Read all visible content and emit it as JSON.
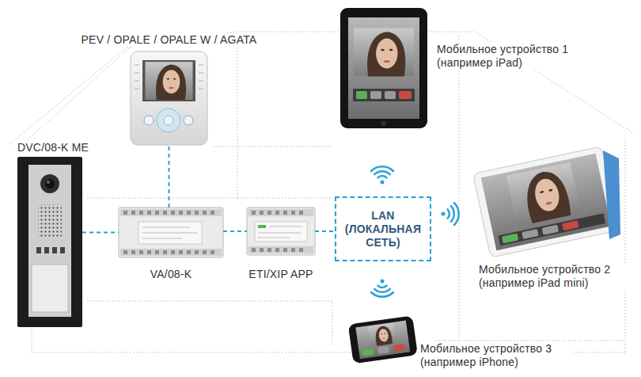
{
  "diagram": {
    "nodes": [
      {
        "text": [
          "PEV / OPALE / OPALE W / AGATA"
        ]
      },
      {
        "text": [
          "Мобильное устройство 1 (например iPad)"
        ]
      },
      {
        "text": [
          "DVC/08-K ME"
        ]
      },
      {
        "text": [
          "VA/08-K"
        ]
      },
      {
        "text": [
          "ETI/XIP APP"
        ]
      },
      {
        "text": [
          "LAN (ЛОКАЛЬНАЯ СЕТЬ)"
        ]
      },
      {
        "text": [
          "Мобильное устройство 2 (например iPad mini)"
        ]
      },
      {
        "text": [
          "Мобильное устройство 3 (например iPhone)"
        ]
      }
    ],
    "edges": [
      {
        "from": 2,
        "to": 3,
        "arrow": "none"
      },
      {
        "from": 3,
        "to": 0,
        "arrow": "none"
      },
      {
        "from": 3,
        "to": 4,
        "arrow": "none"
      },
      {
        "from": 4,
        "to": 5,
        "arrow": "none"
      }
    ]
  }
}
